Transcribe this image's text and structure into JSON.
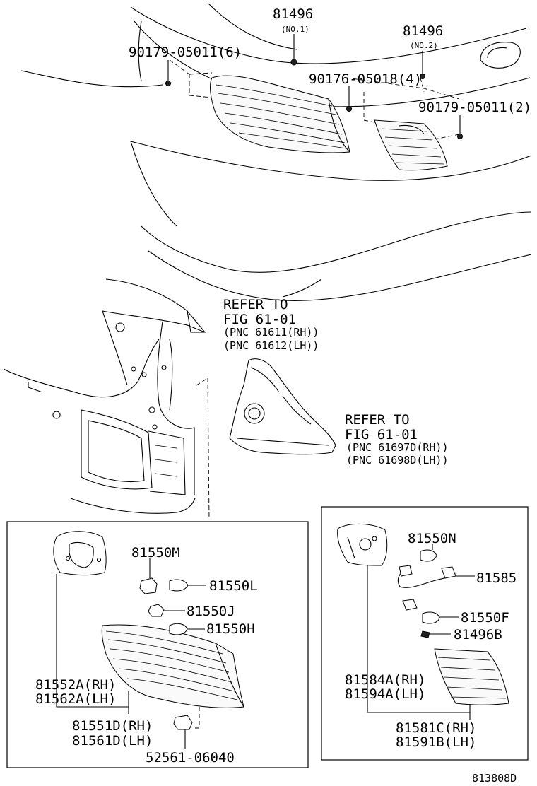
{
  "top_callouts": {
    "p81496_no1": "81496",
    "p81496_no1_sub": "(NO.1)",
    "p81496_no2": "81496",
    "p81496_no2_sub": "(NO.2)",
    "p90179_6": "90179-05011(6)",
    "p90176_4": "90176-05018(4)",
    "p90179_2": "90179-05011(2)"
  },
  "refer_1": {
    "line1": "REFER TO",
    "line2": "FIG 61-01",
    "line3": "(PNC 61611(RH))",
    "line4": "(PNC 61612(LH))"
  },
  "refer_2": {
    "line1": "REFER TO",
    "line2": "FIG 61-01",
    "line3": "(PNC 61697D(RH))",
    "line4": "(PNC 61698D(LH))"
  },
  "left_box": {
    "p81550m": "81550M",
    "p81550l": "81550L",
    "p81550j": "81550J",
    "p81550h": "81550H",
    "p81552a": "81552A(RH)",
    "p81562a": "81562A(LH)",
    "p81551d": "81551D(RH)",
    "p81561d": "81561D(LH)",
    "p52561": "52561-06040"
  },
  "right_box": {
    "p81550n": "81550N",
    "p81585": "81585",
    "p81550f": "81550F",
    "p81496b": "81496B",
    "p81584a": "81584A(RH)",
    "p81594a": "81594A(LH)",
    "p81581c": "81581C(RH)",
    "p81591b": "81591B(LH)"
  },
  "figure_id": "813808D"
}
